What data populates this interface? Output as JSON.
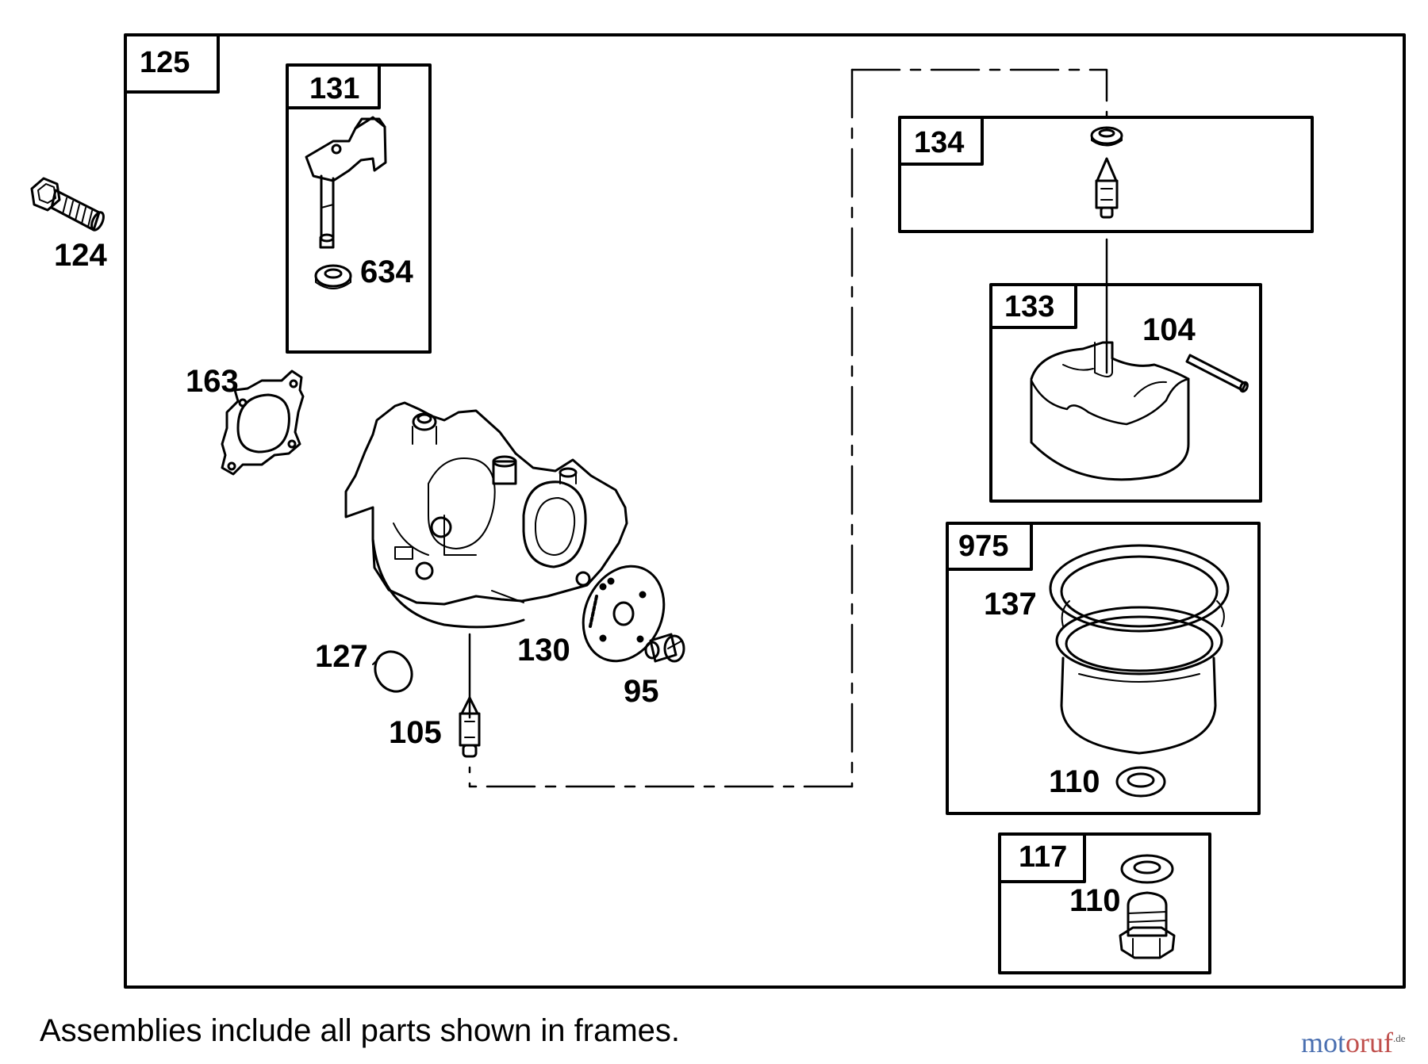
{
  "diagram": {
    "assembly_frames": [
      {
        "key": "f125",
        "label": "125"
      },
      {
        "key": "f131",
        "label": "131"
      },
      {
        "key": "f134",
        "label": "134"
      },
      {
        "key": "f133",
        "label": "133"
      },
      {
        "key": "f975",
        "label": "975"
      },
      {
        "key": "f117",
        "label": "117"
      }
    ],
    "part_callouts": {
      "p124": "124",
      "p634": "634",
      "p163": "163",
      "p104": "104",
      "p137": "137",
      "p127": "127",
      "p130": "130",
      "p95": "95",
      "p105": "105",
      "p110a": "110",
      "p110b": "110"
    },
    "footnote": "Assemblies include all parts shown in frames."
  },
  "watermark": {
    "part1": "mot",
    "part2": "oruf",
    "tld": ".de"
  }
}
